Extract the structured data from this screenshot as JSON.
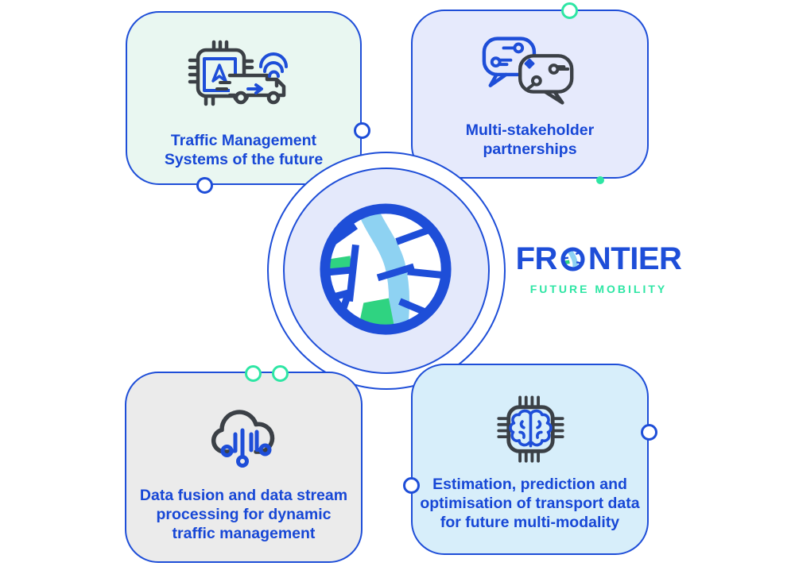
{
  "brand": {
    "name_start": "FR",
    "name_end": "NTIER",
    "tagline": "FUTURE MOBILITY"
  },
  "cards": {
    "traffic": {
      "label": "Traffic Management\nSystems of the future"
    },
    "partnerships": {
      "label": "Multi-stakeholder\npartnerships"
    },
    "data_fusion": {
      "label": "Data fusion and data stream\nprocessing for dynamic\ntraffic management"
    },
    "estimation": {
      "label": "Estimation, prediction and\noptimisation of transport data\nfor future multi-modality"
    }
  },
  "icons": {
    "traffic": "chip-navigation-truck-icon",
    "partnerships": "circuit-speech-bubbles-icon",
    "data_fusion": "cloud-data-circuit-icon",
    "estimation": "chip-brain-icon",
    "center": "frontier-map-logo"
  },
  "colors": {
    "accent_blue": "#1e4ed8",
    "text_blue": "#1747d6",
    "mint_bg": "#e9f7f1",
    "lavender_bg": "#e6eafc",
    "gray_bg": "#ebebeb",
    "lightblue_bg": "#d7eefa",
    "circle_bg": "#e4e9fb",
    "accent_green": "#2ee6a4",
    "map_green": "#2fd381",
    "map_band_blue": "#8ed2f2",
    "icon_dark": "#3b4046"
  }
}
